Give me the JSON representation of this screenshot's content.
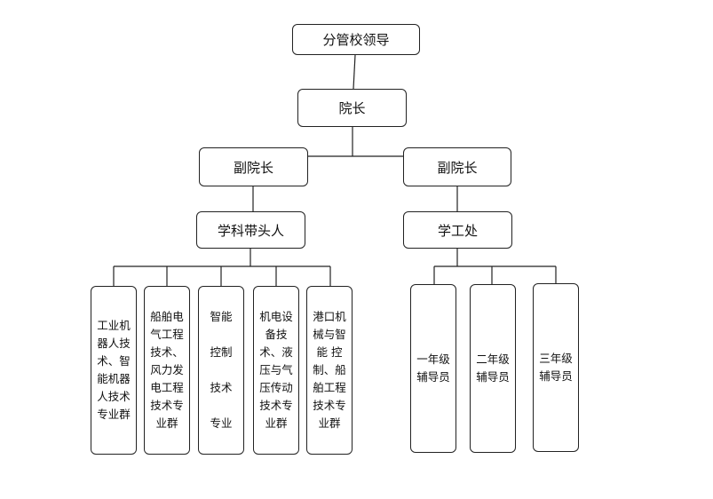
{
  "chart": {
    "top": "分管校领导",
    "dean": "院长",
    "vice_left": "副院长",
    "vice_right": "副院长",
    "discipline_leader": "学科带头人",
    "student_office": "学工处",
    "groups": [
      "工业机\n器人技\n术、智\n能机器\n人技术\n专业群",
      "船舶电\n气工程\n技术、\n风力发\n电工程\n技术专\n业群",
      "智能\n\n控制\n\n技术\n\n专业",
      "机电设\n备技\n术、液\n压与气\n压传动\n技术专\n业群",
      "港口机\n械与智\n能 控\n制、船\n舶工程\n技术专\n业群"
    ],
    "counselors": [
      "一年级\n辅导员",
      "二年级\n辅导员",
      "三年级\n辅导员"
    ]
  }
}
